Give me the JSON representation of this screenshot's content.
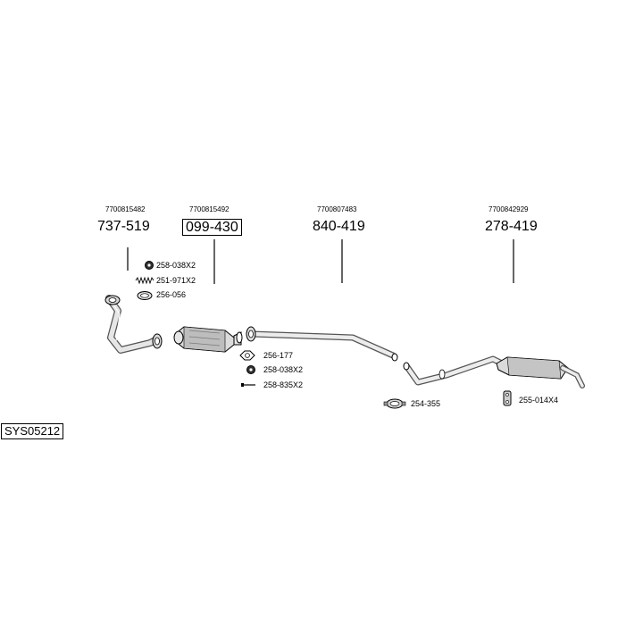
{
  "system_code": "SYS05212",
  "parts": [
    {
      "oem": "7700815482",
      "number": "737-519",
      "boxed": false
    },
    {
      "oem": "7700815492",
      "number": "099-430",
      "boxed": true
    },
    {
      "oem": "7700807483",
      "number": "840-419",
      "boxed": false
    },
    {
      "oem": "7700842929",
      "number": "278-419",
      "boxed": false
    }
  ],
  "accessories": [
    {
      "label": "258-038X2",
      "icon": "nut-icon"
    },
    {
      "label": "251-971X2",
      "icon": "spring-icon"
    },
    {
      "label": "256-056",
      "icon": "ring-gasket-icon"
    },
    {
      "label": "256-177",
      "icon": "flange-gasket-icon"
    },
    {
      "label": "258-038X2",
      "icon": "nut-icon"
    },
    {
      "label": "258-835X2",
      "icon": "bolt-icon"
    },
    {
      "label": "254-355",
      "icon": "clamp-icon"
    },
    {
      "label": "255-014X4",
      "icon": "rubber-hanger-icon"
    }
  ],
  "colors": {
    "line": "#000000",
    "part_fill": "#e0e0e0",
    "part_shadow": "#9a9a9a"
  }
}
